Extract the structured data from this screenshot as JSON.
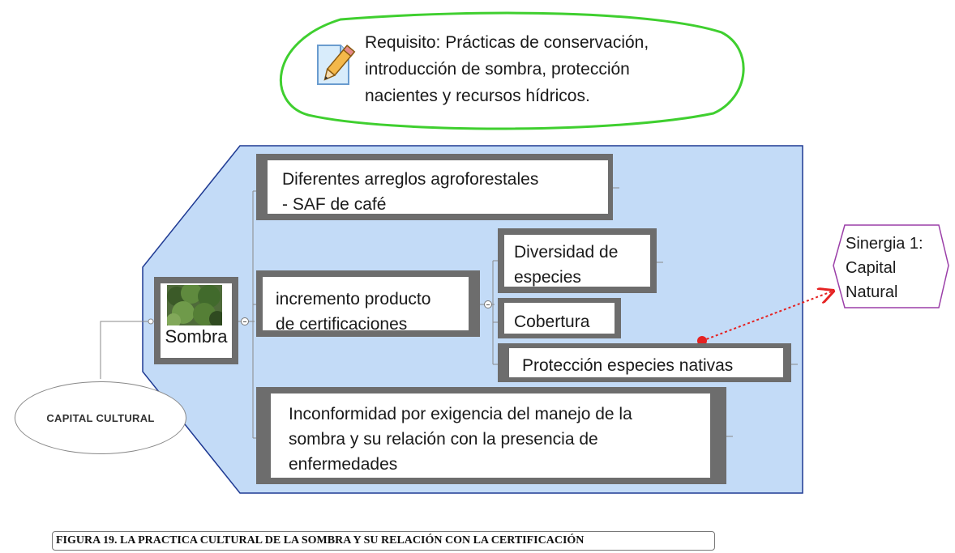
{
  "requirement": {
    "lines": [
      "Requisito: Prácticas de conservación,",
      "introducción de sombra, protección",
      "nacientes y recursos hídricos."
    ],
    "icon": "note-pencil-icon"
  },
  "central_node": {
    "label": "Sombra",
    "image": "trees-photo"
  },
  "branches": {
    "arreglos": {
      "lines": [
        "Diferentes arreglos agroforestales",
        "- SAF de café"
      ]
    },
    "incremento": {
      "lines": [
        "incremento producto",
        "de certificaciones"
      ]
    },
    "inconformidad": {
      "lines": [
        "Inconformidad por exigencia del manejo de la",
        "sombra y su relación con la presencia de",
        "enfermedades"
      ]
    }
  },
  "sub_branches": {
    "diversidad": {
      "lines": [
        "Diversidad de",
        "especies"
      ]
    },
    "cobertura": {
      "label": "Cobertura"
    },
    "proteccion": {
      "label": "Protección especies nativas"
    }
  },
  "root": {
    "label": "CAPITAL CULTURAL"
  },
  "synergy": {
    "lines": [
      "Sinergia 1:",
      "Capital",
      "Natural"
    ]
  },
  "caption": "FIGURA 19. LA PRACTICA CULTURAL DE  LA SOMBRA Y SU RELACIÓN CON LA CERTIFICACIÓN",
  "colors": {
    "boundary_fill": "#c3dbf7",
    "boundary_stroke": "#1f3a93",
    "callout_stroke": "#3fcf2f",
    "frame": "#6d6d6d",
    "synergy_stroke": "#9b3fa8",
    "relationship": "#e52222"
  }
}
